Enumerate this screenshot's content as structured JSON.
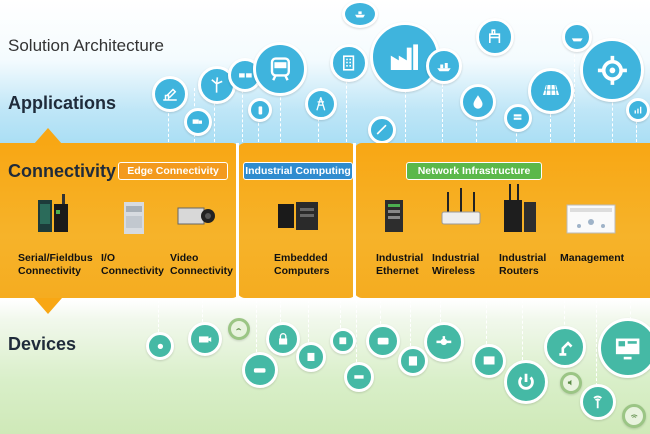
{
  "title": "Solution Architecture",
  "layers": {
    "applications": "Applications",
    "connectivity": "Connectivity",
    "devices": "Devices"
  },
  "categories": {
    "edge": "Edge Connectivity",
    "industrial": "Industrial Computing",
    "network": "Network Infrastructure"
  },
  "products": {
    "serial": "Serial/Fieldbus\nConnectivity",
    "io": "I/O\nConnectivity",
    "video": "Video\nConnectivity",
    "embedded": "Embedded\nComputers",
    "ethernet": "Industrial\nEthernet",
    "wireless": "Industrial\nWireless",
    "routers": "Industrial\nRouters",
    "management": "Management"
  },
  "colors": {
    "orange": "#f8a714",
    "app_blue": "#3fb4dd",
    "device_teal": "#45b9a5",
    "edge_tag": "#f39a1e",
    "industrial_tag": "#2f8ccf",
    "network_tag": "#5bb84a"
  }
}
